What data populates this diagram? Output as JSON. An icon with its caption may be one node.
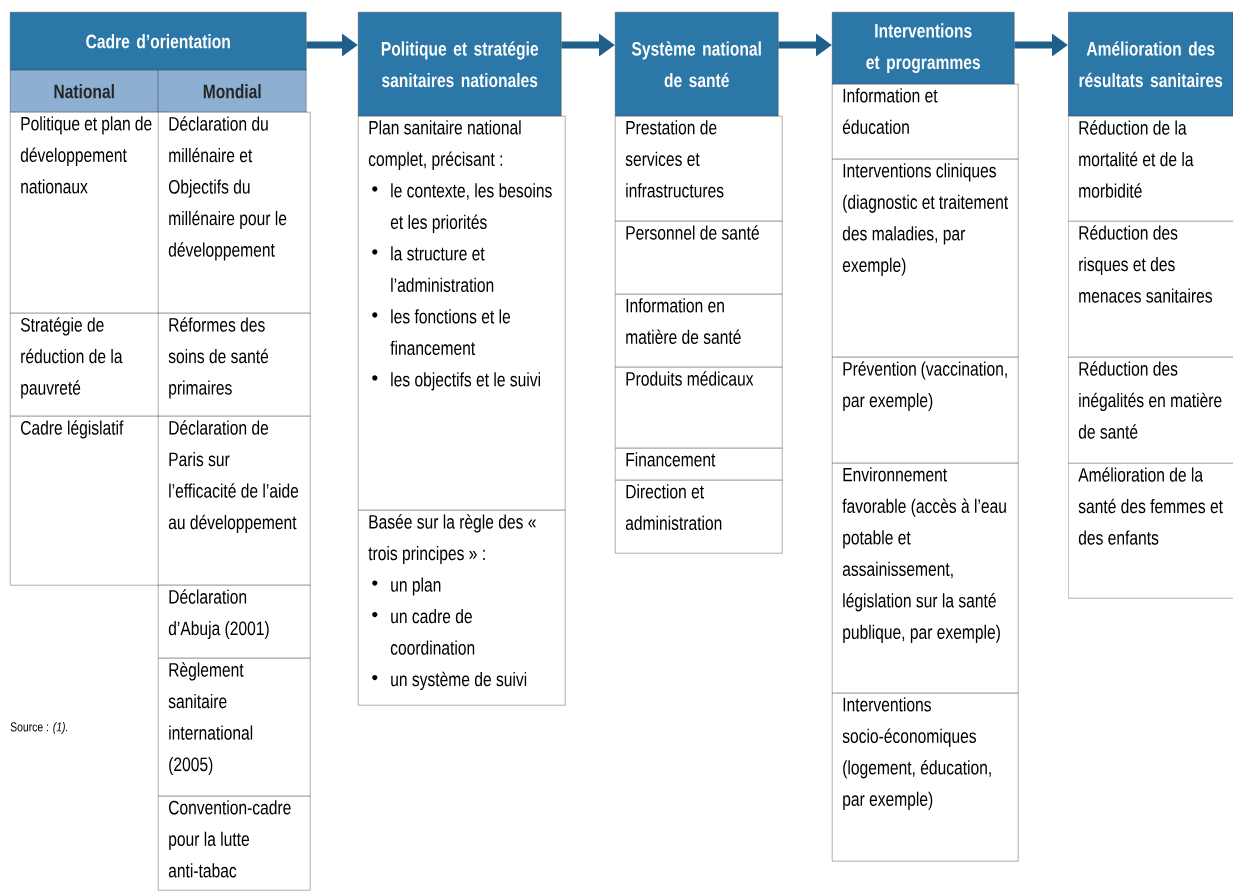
{
  "diagram": {
    "nodes": [
      {
        "text": [
          "Cadre d’orientation"
        ]
      },
      {
        "text": [
          "National"
        ]
      },
      {
        "text": [
          "Mondial"
        ]
      },
      {
        "text": [
          "Politique et plan de développement nationaux"
        ]
      },
      {
        "text": [
          "Stratégie de réduction de la pauvreté"
        ]
      },
      {
        "text": [
          "Cadre législatif"
        ]
      },
      {
        "text": [
          "Déclaration du millénaire et Objectifs du millénaire pour le développement"
        ]
      },
      {
        "text": [
          "Réformes des soins de santé primaires"
        ]
      },
      {
        "text": [
          "Déclaration de Paris sur l’efficacité de l’aide au développement"
        ]
      },
      {
        "text": [
          "Déclaration d’Abuja (2001)"
        ]
      },
      {
        "text": [
          "Règlement sanitaire international (2005)"
        ]
      },
      {
        "text": [
          "Convention-cadre pour la lutte anti-tabac"
        ]
      },
      {
        "text": [
          "Politique et stratégie sanitaires nationales"
        ]
      },
      {
        "text": [
          "Plan sanitaire national complet, précisant :",
          "le contexte, les besoins et les priorités",
          "la structure et l’administration",
          "les fonctions et le financement",
          "les objectifs et le suivi"
        ]
      },
      {
        "text": [
          "Basée sur la règle des « trois principes » :",
          "un plan",
          "un cadre de coordination",
          "un système de suivi"
        ]
      },
      {
        "text": [
          "Système national de santé"
        ]
      },
      {
        "text": [
          "Prestation de services et infrastructures"
        ]
      },
      {
        "text": [
          "Personnel de santé"
        ]
      },
      {
        "text": [
          "Information en matière de santé"
        ]
      },
      {
        "text": [
          "Produits médicaux"
        ]
      },
      {
        "text": [
          "Financement"
        ]
      },
      {
        "text": [
          "Direction et administration"
        ]
      },
      {
        "text": [
          "Interventions et programmes"
        ]
      },
      {
        "text": [
          "Information et éducation"
        ]
      },
      {
        "text": [
          "Interventions cliniques (diagnostic et traitement des maladies, par exemple)"
        ]
      },
      {
        "text": [
          "Prévention (vaccination, par exemple)"
        ]
      },
      {
        "text": [
          "Environnement favorable (accès à l’eau potable et assainissement, législation sur la santé publique, par exemple)"
        ]
      },
      {
        "text": [
          "Interventions socio-économiques (logement, éducation, par exemple)"
        ]
      },
      {
        "text": [
          "Amélioration des résultats sanitaires"
        ]
      },
      {
        "text": [
          "Réduction de la mortalité et de la morbidité"
        ]
      },
      {
        "text": [
          "Réduction des risques et des menaces sanitaires"
        ]
      },
      {
        "text": [
          "Réduction des inégalités en matière de santé"
        ]
      },
      {
        "text": [
          "Amélioration de la santé des femmes et des enfants"
        ]
      }
    ],
    "edges": [
      {
        "from": 0,
        "to": 12,
        "arrow": "to"
      },
      {
        "from": 12,
        "to": 15,
        "arrow": "to"
      },
      {
        "from": 15,
        "to": 22,
        "arrow": "to"
      },
      {
        "from": 22,
        "to": 28,
        "arrow": "to"
      }
    ],
    "labels": [
      "Source : *(1).*"
    ]
  }
}
